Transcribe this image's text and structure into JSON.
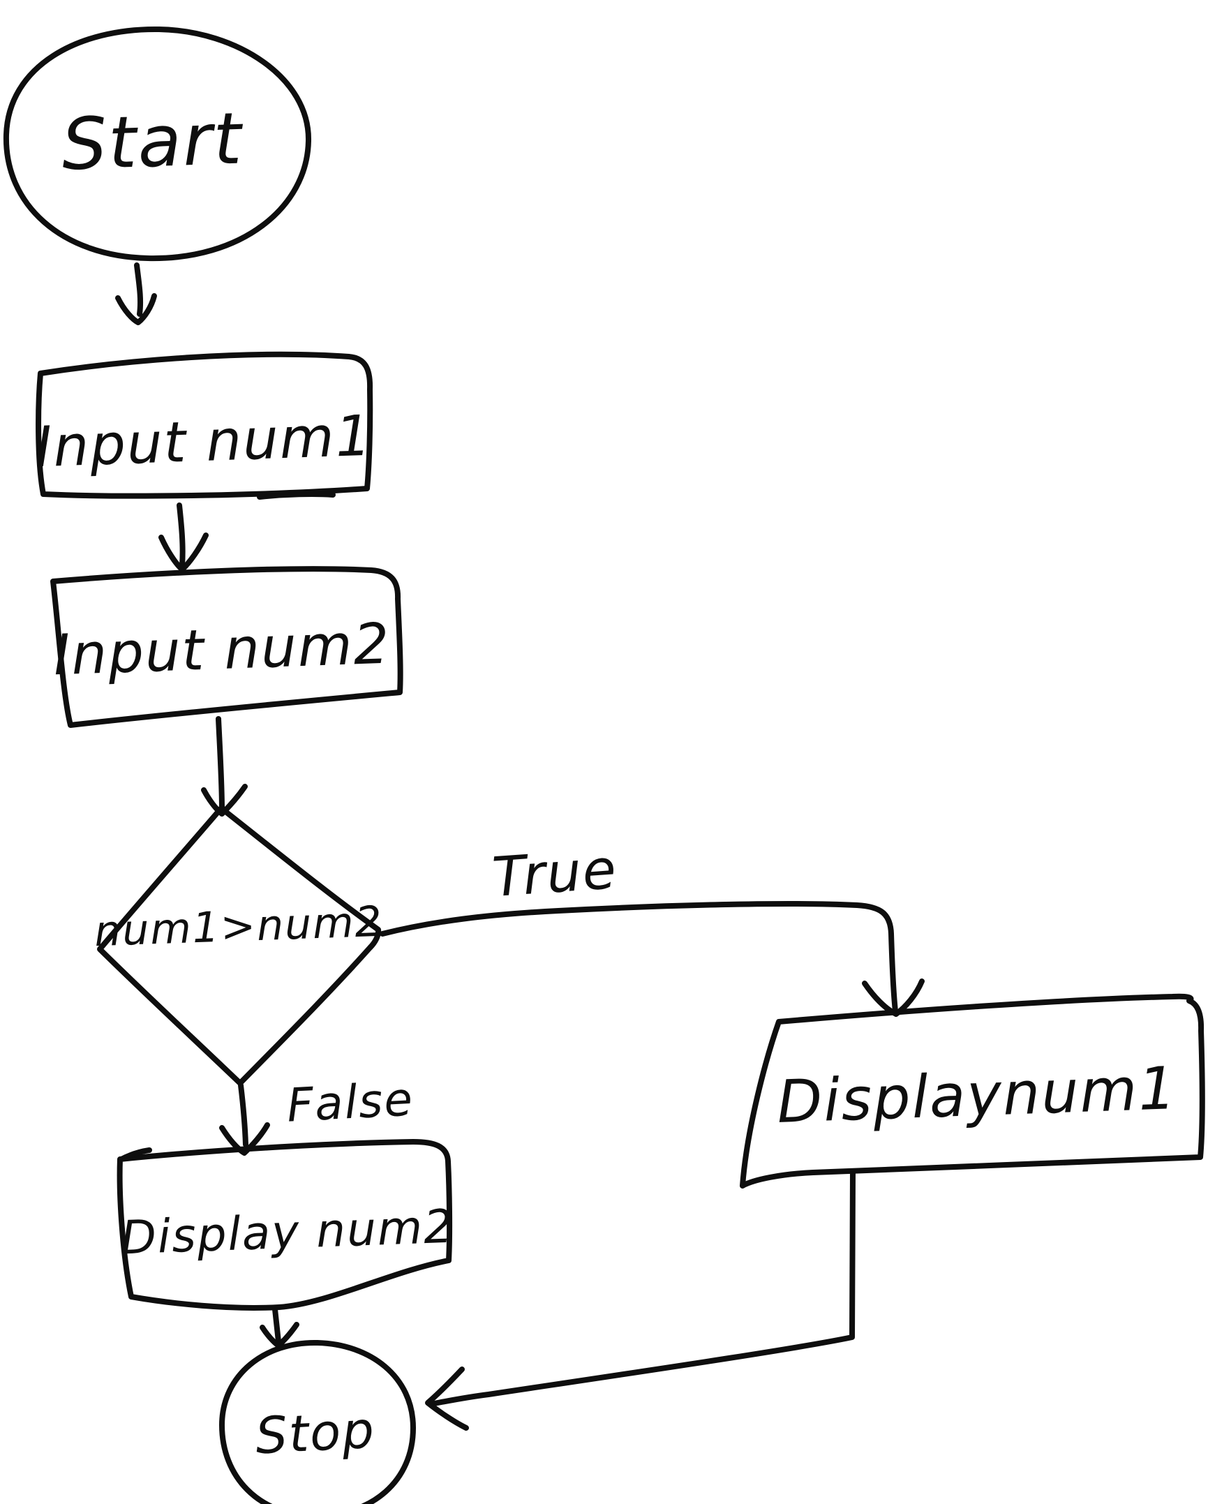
{
  "page": {
    "background": "#ffffff",
    "ink": "#0e0e0e"
  },
  "flowchart": {
    "nodes": {
      "start": "Start",
      "input_num1": "Input num1",
      "input_num2": "Input num2",
      "decision": "num1>num2",
      "display_num1": "Displaynum1",
      "display_num2": "Display num2",
      "stop": "Stop"
    },
    "branch_labels": {
      "true": "True",
      "false": "False"
    }
  }
}
